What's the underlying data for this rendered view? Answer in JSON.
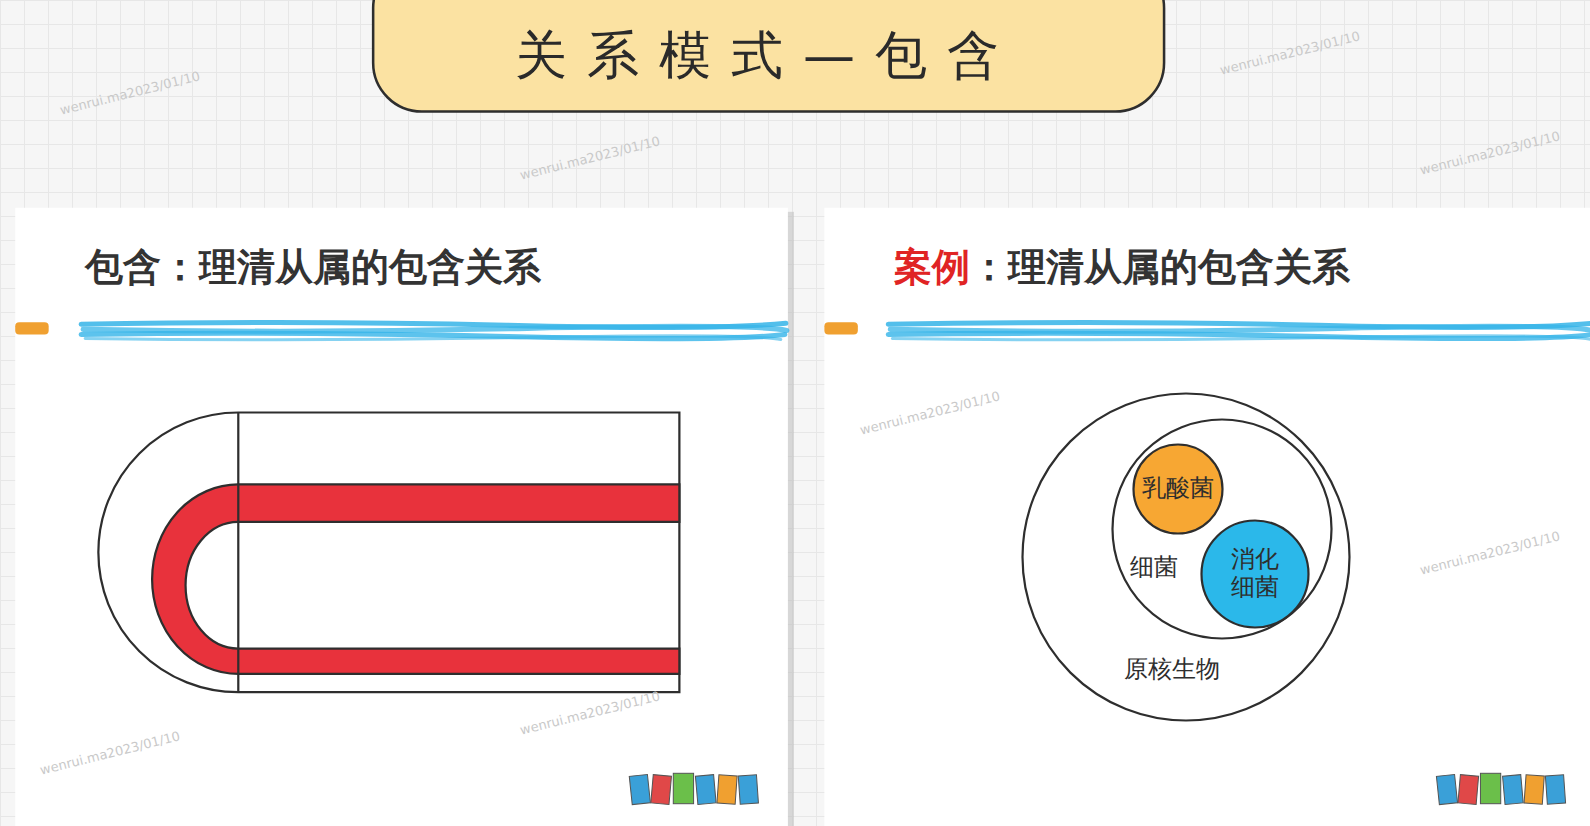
{
  "diagram": {
    "title": "关系模式—包含",
    "nodes": [
      {
        "text": [
          "包含：理清从属的包含关系"
        ]
      },
      {
        "text": [
          "案例",
          "：理清从属的包含关系"
        ]
      },
      {
        "text": [
          "原核生物"
        ],
        "in": 1
      },
      {
        "text": [
          "细菌"
        ],
        "in": 2
      },
      {
        "text": [
          "乳酸菌"
        ],
        "in": 3
      },
      {
        "text": [
          "消化细菌"
        ],
        "in": 3
      }
    ],
    "labels": [
      "wenrui.ma2023/01/10",
      "wenrui.ma2023/01/10",
      "wenrui.ma2023/01/10",
      "wenrui.ma2023/01/10",
      "wenrui.ma2023/01/10",
      "wenrui.ma2023/01/10",
      "wenrui.ma2023/01/10",
      "wenrui.ma2023/01/10"
    ]
  }
}
